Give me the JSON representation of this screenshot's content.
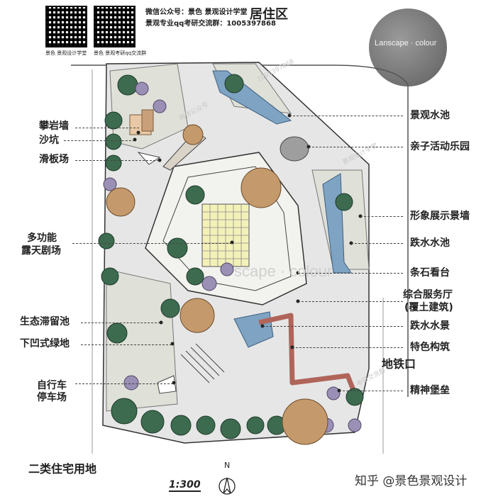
{
  "header": {
    "qr_left_caption": "景色 景观设计学堂",
    "qr_right_caption": "景色 景观考研qq交流群",
    "wechat_line": "微信公众号：景色 景观设计学堂",
    "qq_line": "景观专业qq考研交流群：1005397868",
    "residential_area": "居住区"
  },
  "logo_text": "Lanscape · colour",
  "left_labels": {
    "climbing_wall": "攀岩墙",
    "sandpit": "沙坑",
    "skate_park": "滑板场",
    "theatre_line1": "多功能",
    "theatre_line2": "露天剧场",
    "retention_pond": "生态滞留池",
    "sunken_green": "下凹式绿地",
    "bike_line1": "自行车",
    "bike_line2": "停车场"
  },
  "right_labels": {
    "landscape_pool": "景观水池",
    "kids_playground": "亲子活动乐园",
    "image_wall": "形象展示景墙",
    "cascade_pool": "跌水水池",
    "stone_seats": "条石看台",
    "service_hall_line1": "综合服务厅",
    "service_hall_line2": "(覆土建筑)",
    "cascade_feature": "跌水水景",
    "feature_structure": "特色构筑",
    "spirit_fortress": "精神堡垒"
  },
  "site_labels": {
    "subway_exit": "地铁口",
    "residential_land": "二类住宅用地",
    "scale": "1:300",
    "north": "N"
  },
  "watermarks": {
    "wm1": "微信公众号",
    "wm2": "景观设计学堂",
    "wm3": "1005397868",
    "wm4": "考研交流群",
    "wm5": "scape · colour"
  },
  "footer": {
    "credit": "知乎 @景色景观设计"
  },
  "colors": {
    "paving": "#e6e6e6",
    "lawn": "#dfe0d8",
    "tree_green": "#3d6b4f",
    "tree_purple": "#9a8fb5",
    "tree_brown": "#c49a6c",
    "water": "#7fa3c2",
    "path_red": "#b0645a"
  }
}
